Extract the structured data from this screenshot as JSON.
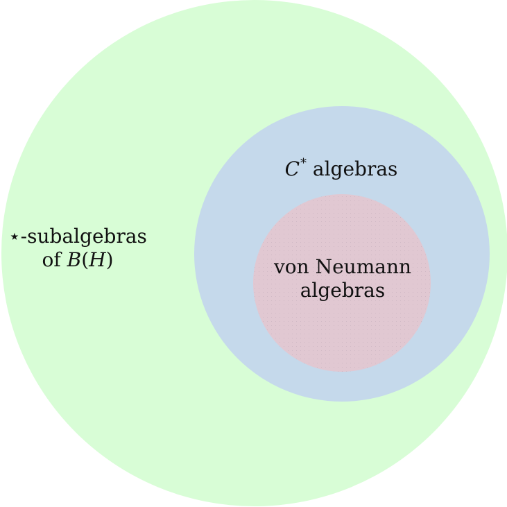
{
  "sets": {
    "outer": {
      "line1_symbol": "⋆",
      "line1_text": "-subalgebras",
      "line2_prefix": "of ",
      "line2_script": "B",
      "line2_open": "(",
      "line2_var": "H",
      "line2_close": ")",
      "fill": "#d8fdd6"
    },
    "middle": {
      "symbol": "C",
      "superscript": "*",
      "text": " algebras",
      "fill": "#c5d9eb"
    },
    "inner": {
      "line1": "von Neumann",
      "line2": "algebras",
      "fill": "#e1c8d2"
    }
  }
}
